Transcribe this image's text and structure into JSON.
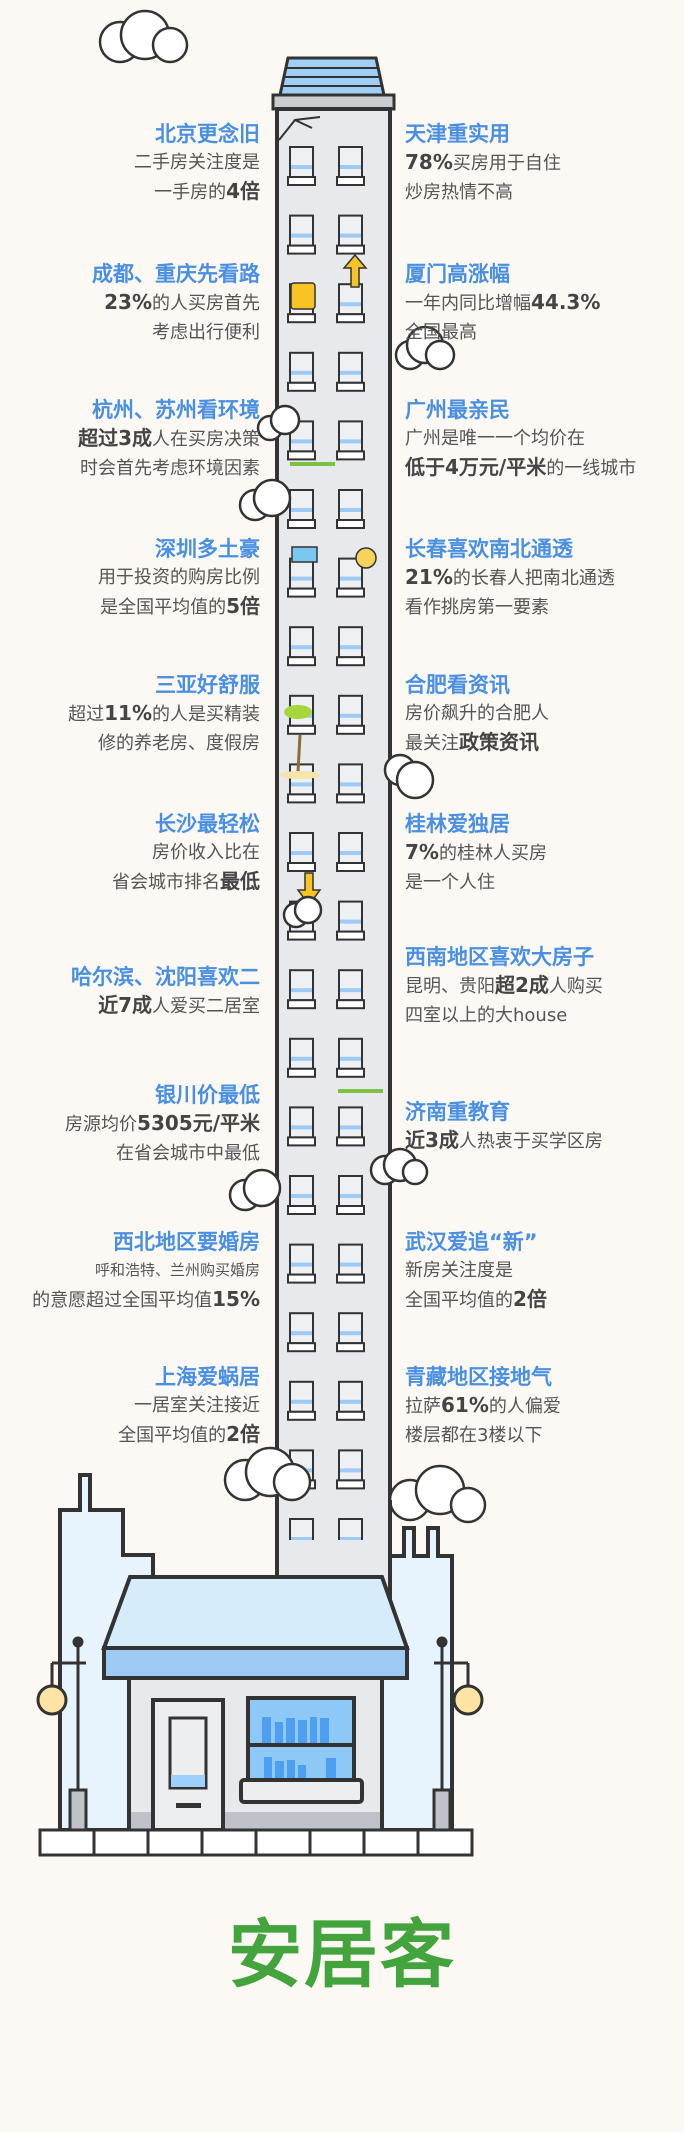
{
  "colors": {
    "background": "#fcf8f3",
    "title": "#4a90e2",
    "body": "#555555",
    "brand": "#43a33c"
  },
  "left": [
    {
      "title": "北京更念旧",
      "lines": [
        [
          {
            "t": "二手房关注度是"
          }
        ],
        [
          {
            "t": "一手房的"
          },
          {
            "t": "4倍",
            "b": true
          }
        ]
      ]
    },
    {
      "title": "成都、重庆先看路",
      "lines": [
        [
          {
            "t": "23%",
            "b": true
          },
          {
            "t": "的人买房首先"
          }
        ],
        [
          {
            "t": "考虑出行便利"
          }
        ]
      ]
    },
    {
      "title": "杭州、苏州看环境",
      "lines": [
        [
          {
            "t": "超过3成",
            "b": true
          },
          {
            "t": "人在买房决策"
          }
        ],
        [
          {
            "t": "时会首先考虑环境因素"
          }
        ]
      ]
    },
    {
      "title": "深圳多土豪",
      "lines": [
        [
          {
            "t": "用于投资的购房比例"
          }
        ],
        [
          {
            "t": "是全国平均值的"
          },
          {
            "t": "5倍",
            "b": true
          }
        ]
      ]
    },
    {
      "title": "三亚好舒服",
      "lines": [
        [
          {
            "t": "超过"
          },
          {
            "t": "11%",
            "b": true
          },
          {
            "t": "的人是买精装"
          }
        ],
        [
          {
            "t": "修的养老房、度假房"
          }
        ]
      ]
    },
    {
      "title": "长沙最轻松",
      "lines": [
        [
          {
            "t": "房价收入比在"
          }
        ],
        [
          {
            "t": "省会城市排名"
          },
          {
            "t": "最低",
            "b": true
          }
        ]
      ]
    },
    {
      "title": "哈尔滨、沈阳喜欢二",
      "lines": [
        [
          {
            "t": "近7成",
            "b": true
          },
          {
            "t": "人爱买二居室"
          }
        ]
      ]
    },
    {
      "title": "银川价最低",
      "lines": [
        [
          {
            "t": "房源均价"
          },
          {
            "t": "5305元/平米",
            "b": true
          }
        ],
        [
          {
            "t": "在省会城市中最低"
          }
        ]
      ]
    },
    {
      "title": "西北地区要婚房",
      "lines": [
        [
          {
            "t": "呼和浩特、兰州购买婚房"
          }
        ],
        [
          {
            "t": "的意愿超过全国平均值"
          },
          {
            "t": "15%",
            "b": true
          }
        ]
      ]
    },
    {
      "title": "上海爱蜗居",
      "lines": [
        [
          {
            "t": "一居室关注接近"
          }
        ],
        [
          {
            "t": "全国平均值的"
          },
          {
            "t": "2倍",
            "b": true
          }
        ]
      ]
    }
  ],
  "right": [
    {
      "title": "天津重实用",
      "lines": [
        [
          {
            "t": "78%",
            "b": true
          },
          {
            "t": "买房用于自住"
          }
        ],
        [
          {
            "t": "炒房热情不高"
          }
        ]
      ]
    },
    {
      "title": "厦门高涨幅",
      "lines": [
        [
          {
            "t": "一年内同比增幅"
          },
          {
            "t": "44.3%",
            "b": true
          }
        ],
        [
          {
            "t": "全国最高"
          }
        ]
      ]
    },
    {
      "title": "广州最亲民",
      "lines": [
        [
          {
            "t": "广州是唯一一个均价在"
          }
        ],
        [
          {
            "t": "低于4万元/平米",
            "b": true
          },
          {
            "t": "的一线城市"
          }
        ]
      ]
    },
    {
      "title": "长春喜欢南北通透",
      "lines": [
        [
          {
            "t": "21%",
            "b": true
          },
          {
            "t": "的长春人把南北通透"
          }
        ],
        [
          {
            "t": "看作挑房第一要素"
          }
        ]
      ]
    },
    {
      "title": "合肥看资讯",
      "lines": [
        [
          {
            "t": "房价飙升的合肥人"
          }
        ],
        [
          {
            "t": "最关注"
          },
          {
            "t": "政策资讯",
            "b": true
          }
        ]
      ]
    },
    {
      "title": "桂林爱独居",
      "lines": [
        [
          {
            "t": "7%",
            "b": true
          },
          {
            "t": "的桂林人买房"
          }
        ],
        [
          {
            "t": "是一个人住"
          }
        ]
      ]
    },
    {
      "title": "西南地区喜欢大房子",
      "lines": [
        [
          {
            "t": "昆明、贵阳"
          },
          {
            "t": "超2成",
            "b": true
          },
          {
            "t": "人购买"
          }
        ],
        [
          {
            "t": "四室以上的大house"
          }
        ]
      ]
    },
    {
      "title": "济南重教育",
      "lines": [
        [
          {
            "t": "近3成",
            "b": true
          },
          {
            "t": "人热衷于买学区房"
          }
        ]
      ]
    },
    {
      "title": "武汉爱追“新”",
      "lines": [
        [
          {
            "t": "新房关注度是"
          }
        ],
        [
          {
            "t": "全国平均值的"
          },
          {
            "t": "2倍",
            "b": true
          }
        ]
      ]
    },
    {
      "title": "青藏地区接地气",
      "lines": [
        [
          {
            "t": "拉萨"
          },
          {
            "t": "61%",
            "b": true
          },
          {
            "t": "的人偏爱"
          }
        ],
        [
          {
            "t": "楼层都在3楼以下"
          }
        ]
      ]
    }
  ],
  "logo": "安居客"
}
